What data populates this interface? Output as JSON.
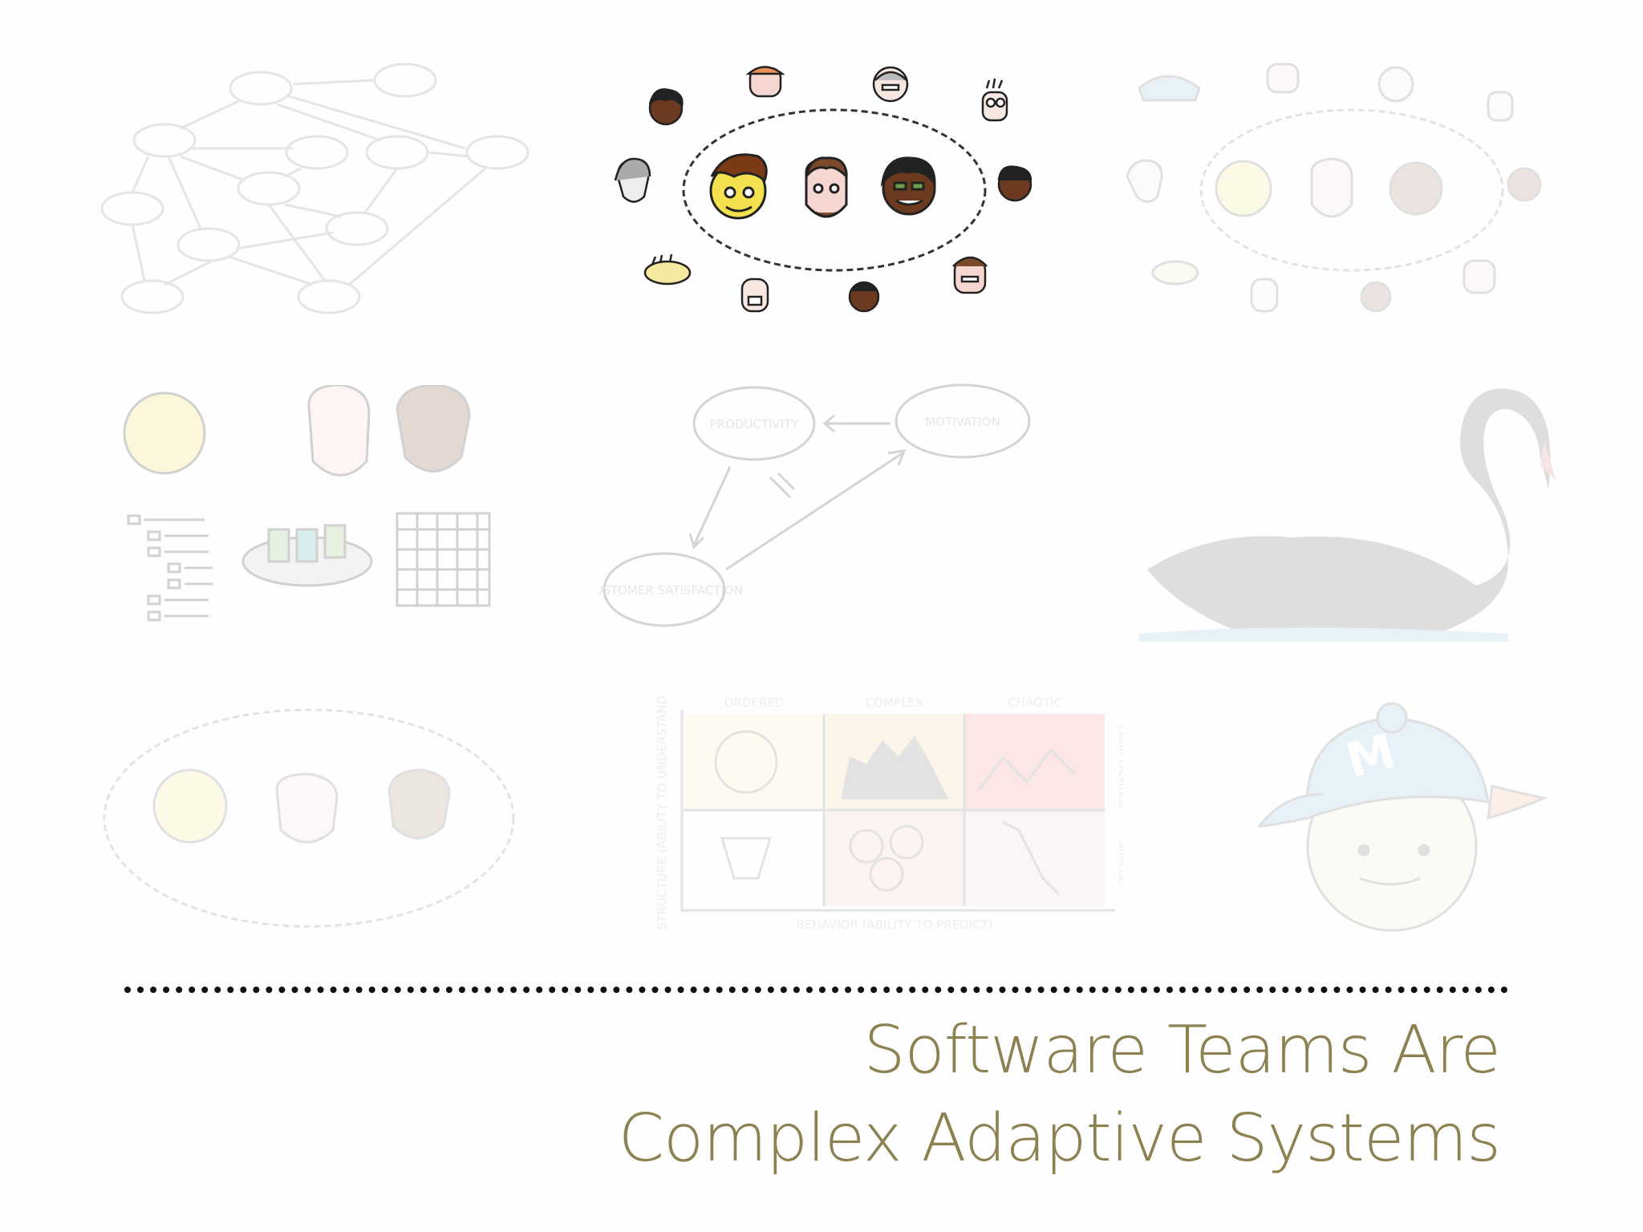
{
  "slide": {
    "title_line1": "Software Teams Are",
    "title_line2": "Complex Adaptive Systems"
  },
  "diagrams": {
    "feedback_loop": {
      "nodes": [
        "PRODUCTIVITY",
        "MOTIVATION",
        "CUSTOMER SATISFACTION"
      ]
    },
    "matrix": {
      "columns": [
        "ORDERED",
        "COMPLEX",
        "CHAOTIC"
      ],
      "x_axis": "BEHAVIOR (ABILITY TO PREDICT)",
      "y_axis_top": "COMPLICATED",
      "y_axis_bottom": "SIMPLE",
      "y_axis_left": "STRUCTURE (ABILITY TO UNDERSTAND)"
    },
    "cap_letter": "M"
  },
  "colors": {
    "title": "#8c8150",
    "divider": "#111111",
    "face_yellow": "#f5e050",
    "face_pink": "#f6d6d0",
    "face_brown": "#6b3a1f"
  }
}
